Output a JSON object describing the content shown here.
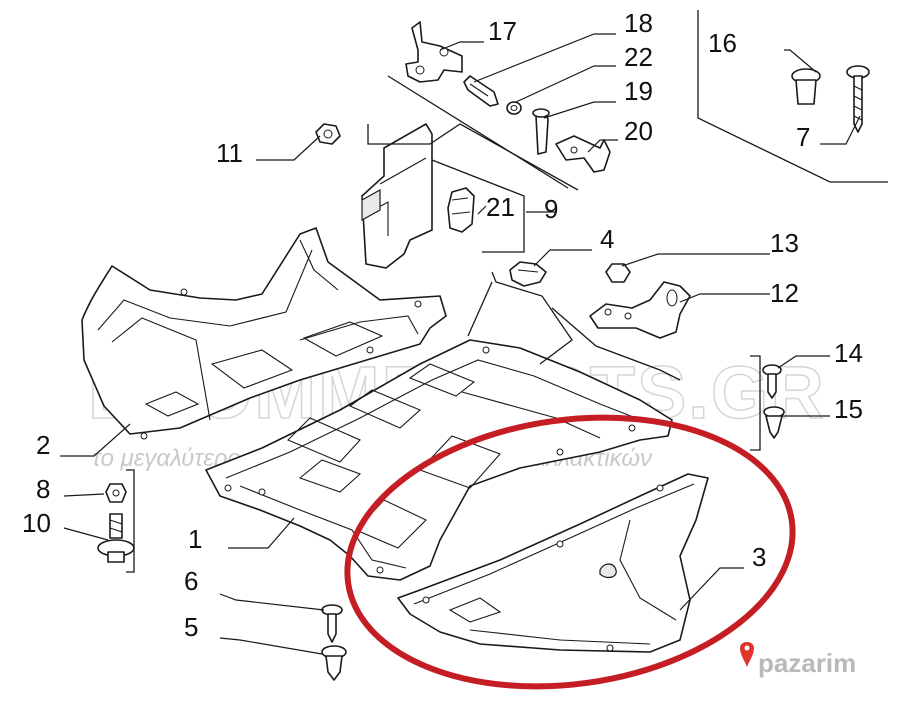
{
  "callouts": [
    {
      "id": "c1",
      "text": "1"
    },
    {
      "id": "c2",
      "text": "2"
    },
    {
      "id": "c3",
      "text": "3"
    },
    {
      "id": "c4",
      "text": "4"
    },
    {
      "id": "c5",
      "text": "5"
    },
    {
      "id": "c6",
      "text": "6"
    },
    {
      "id": "c7",
      "text": "7"
    },
    {
      "id": "c8",
      "text": "8"
    },
    {
      "id": "c9",
      "text": "9"
    },
    {
      "id": "c10",
      "text": "10"
    },
    {
      "id": "c11",
      "text": "11"
    },
    {
      "id": "c12",
      "text": "12"
    },
    {
      "id": "c13",
      "text": "13"
    },
    {
      "id": "c14",
      "text": "14"
    },
    {
      "id": "c15",
      "text": "15"
    },
    {
      "id": "c16",
      "text": "16"
    },
    {
      "id": "c17",
      "text": "17"
    },
    {
      "id": "c18",
      "text": "18"
    },
    {
      "id": "c19",
      "text": "19"
    },
    {
      "id": "c20",
      "text": "20"
    },
    {
      "id": "c21",
      "text": "21"
    },
    {
      "id": "c22",
      "text": "22"
    }
  ],
  "watermark": {
    "main": "ECOMMEPARTS.GR",
    "tagline": "το μεγαλύτερο ηλεκτρονικό κατάστημα ανταλλακτικών"
  },
  "brand": {
    "name": "pazarim"
  },
  "colors": {
    "highlight_ring": "#c41e24",
    "line": "#1a1a1a",
    "brand_mark": "#e0342b",
    "watermark": "#d6d6d6"
  }
}
